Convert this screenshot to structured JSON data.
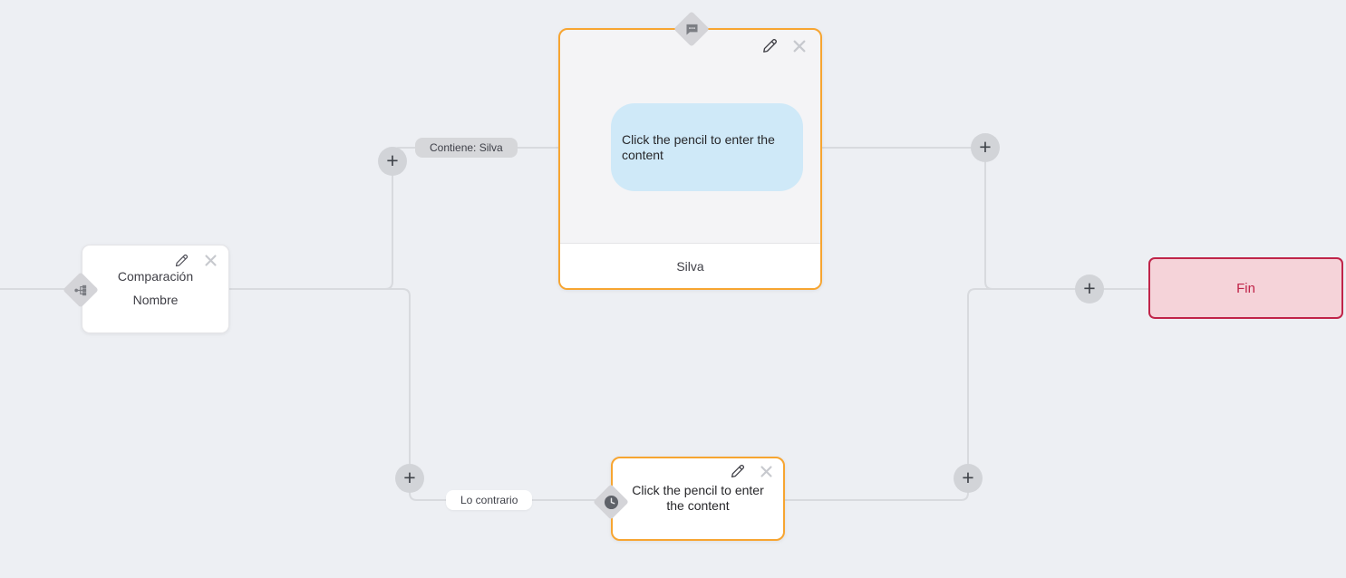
{
  "flow": {
    "condition_node": {
      "title_line1": "Comparación",
      "title_line2": "Nombre"
    },
    "message_node": {
      "content_placeholder": "Click the pencil to enter the content",
      "footer_label": "Silva"
    },
    "wait_node": {
      "content_placeholder": "Click the pencil to enter the content"
    },
    "end_node": {
      "label": "Fin"
    },
    "edge_labels": {
      "top_branch": "Contiene: Silva",
      "bottom_branch": "Lo contrario"
    },
    "add_button_glyph": "+"
  },
  "icons": {
    "condition_badge": "branch-icon",
    "message_badge": "chat-bubble-icon",
    "wait_badge": "clock-icon",
    "edit": "pencil-icon",
    "delete": "close-icon",
    "add": "plus-icon"
  },
  "colors": {
    "canvas_background": "#edeff3",
    "connector_line": "#d8dade",
    "node_accent_orange": "#f7a531",
    "diamond_gray": "#d4d4d8",
    "bubble_blue": "#cfe9f8",
    "end_background": "#f5d3d9",
    "end_accent": "#c02449",
    "text_dark": "#3f3f46"
  }
}
